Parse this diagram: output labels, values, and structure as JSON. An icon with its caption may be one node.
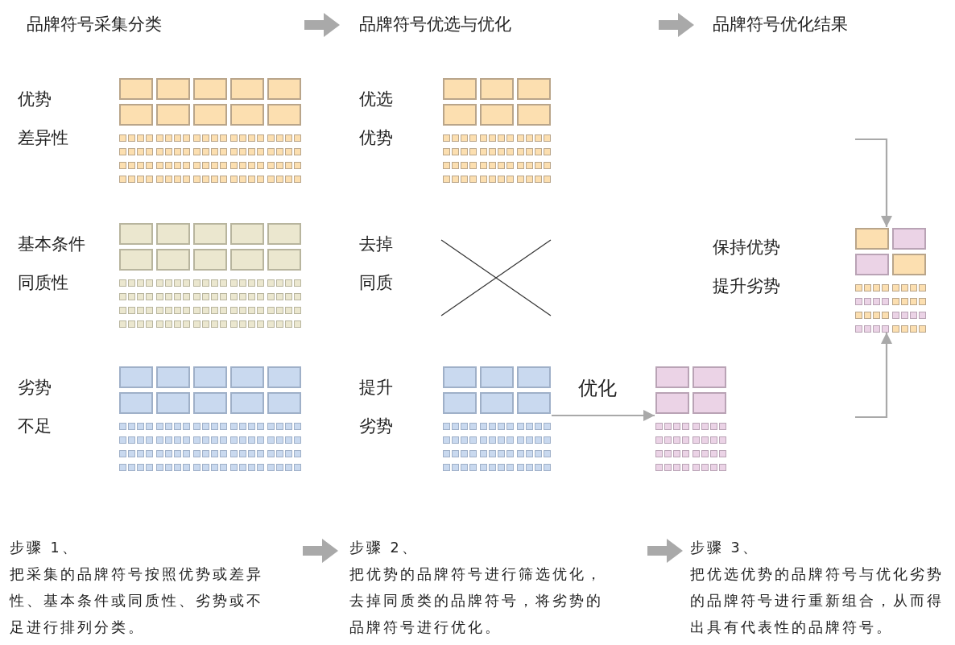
{
  "diagram": {
    "nodes": [
      {
        "text": [
          "品牌符号采集分类"
        ]
      },
      {
        "text": [
          "品牌符号优选与优化"
        ]
      },
      {
        "text": [
          "品牌符号优化结果"
        ]
      },
      {
        "text": [],
        "shape": "box",
        "beside": [
          "优势",
          "差异性"
        ]
      },
      {
        "text": [],
        "shape": "box",
        "beside": [
          "基本条件",
          "同质性"
        ]
      },
      {
        "text": [],
        "shape": "box",
        "beside": [
          "劣势",
          "不足"
        ]
      },
      {
        "text": [],
        "shape": "box",
        "beside": [
          "优选",
          "优势"
        ]
      },
      {
        "text": [],
        "shape": "cross",
        "beside": [
          "去掉",
          "同质"
        ]
      },
      {
        "text": [],
        "shape": "box",
        "beside": [
          "提升",
          "劣势"
        ]
      },
      {
        "text": [],
        "shape": "box"
      },
      {
        "text": [],
        "shape": "box",
        "beside": [
          "保持优势",
          "提升劣势"
        ]
      },
      {
        "text": [
          "步骤 1、",
          "把采集的品牌符号按照优势或差异性、基本条件或同质性、劣势或不足进行排列分类。"
        ]
      },
      {
        "text": [
          "步骤 2、",
          "把优势的品牌符号进行筛选优化，去掉同质类的品牌符号，将劣势的品牌符号进行优化。"
        ]
      },
      {
        "text": [
          "步骤 3、",
          "把优选优势的品牌符号与优化劣势的品牌符号进行重新组合，从而得出具有代表性的品牌符号。"
        ]
      }
    ],
    "edges": [
      {
        "from": 8,
        "to": 9,
        "arrow": "to",
        "label": "优化"
      },
      {
        "from": null,
        "to": 10,
        "arrow": "to"
      },
      {
        "from": null,
        "to": 10,
        "arrow": "to"
      }
    ]
  }
}
